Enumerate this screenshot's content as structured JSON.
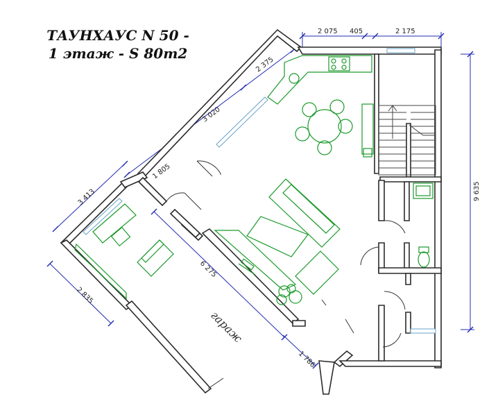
{
  "title": {
    "line1": "ТАУНХАУС N 50 -",
    "line2": "1 этаж - S 80m2"
  },
  "dimensions": {
    "top_left": "2 075",
    "top_mid": "405",
    "top_right": "2 175",
    "right_total": "9 635",
    "diag_2375": "2 375",
    "diag_3020": "3 020",
    "diag_1805": "1 805",
    "diag_3413": "3 413",
    "diag_2835": "2 835",
    "diag_6275": "6 275",
    "diag_1786": "1 786"
  },
  "rooms": {
    "garage": "гараж"
  }
}
